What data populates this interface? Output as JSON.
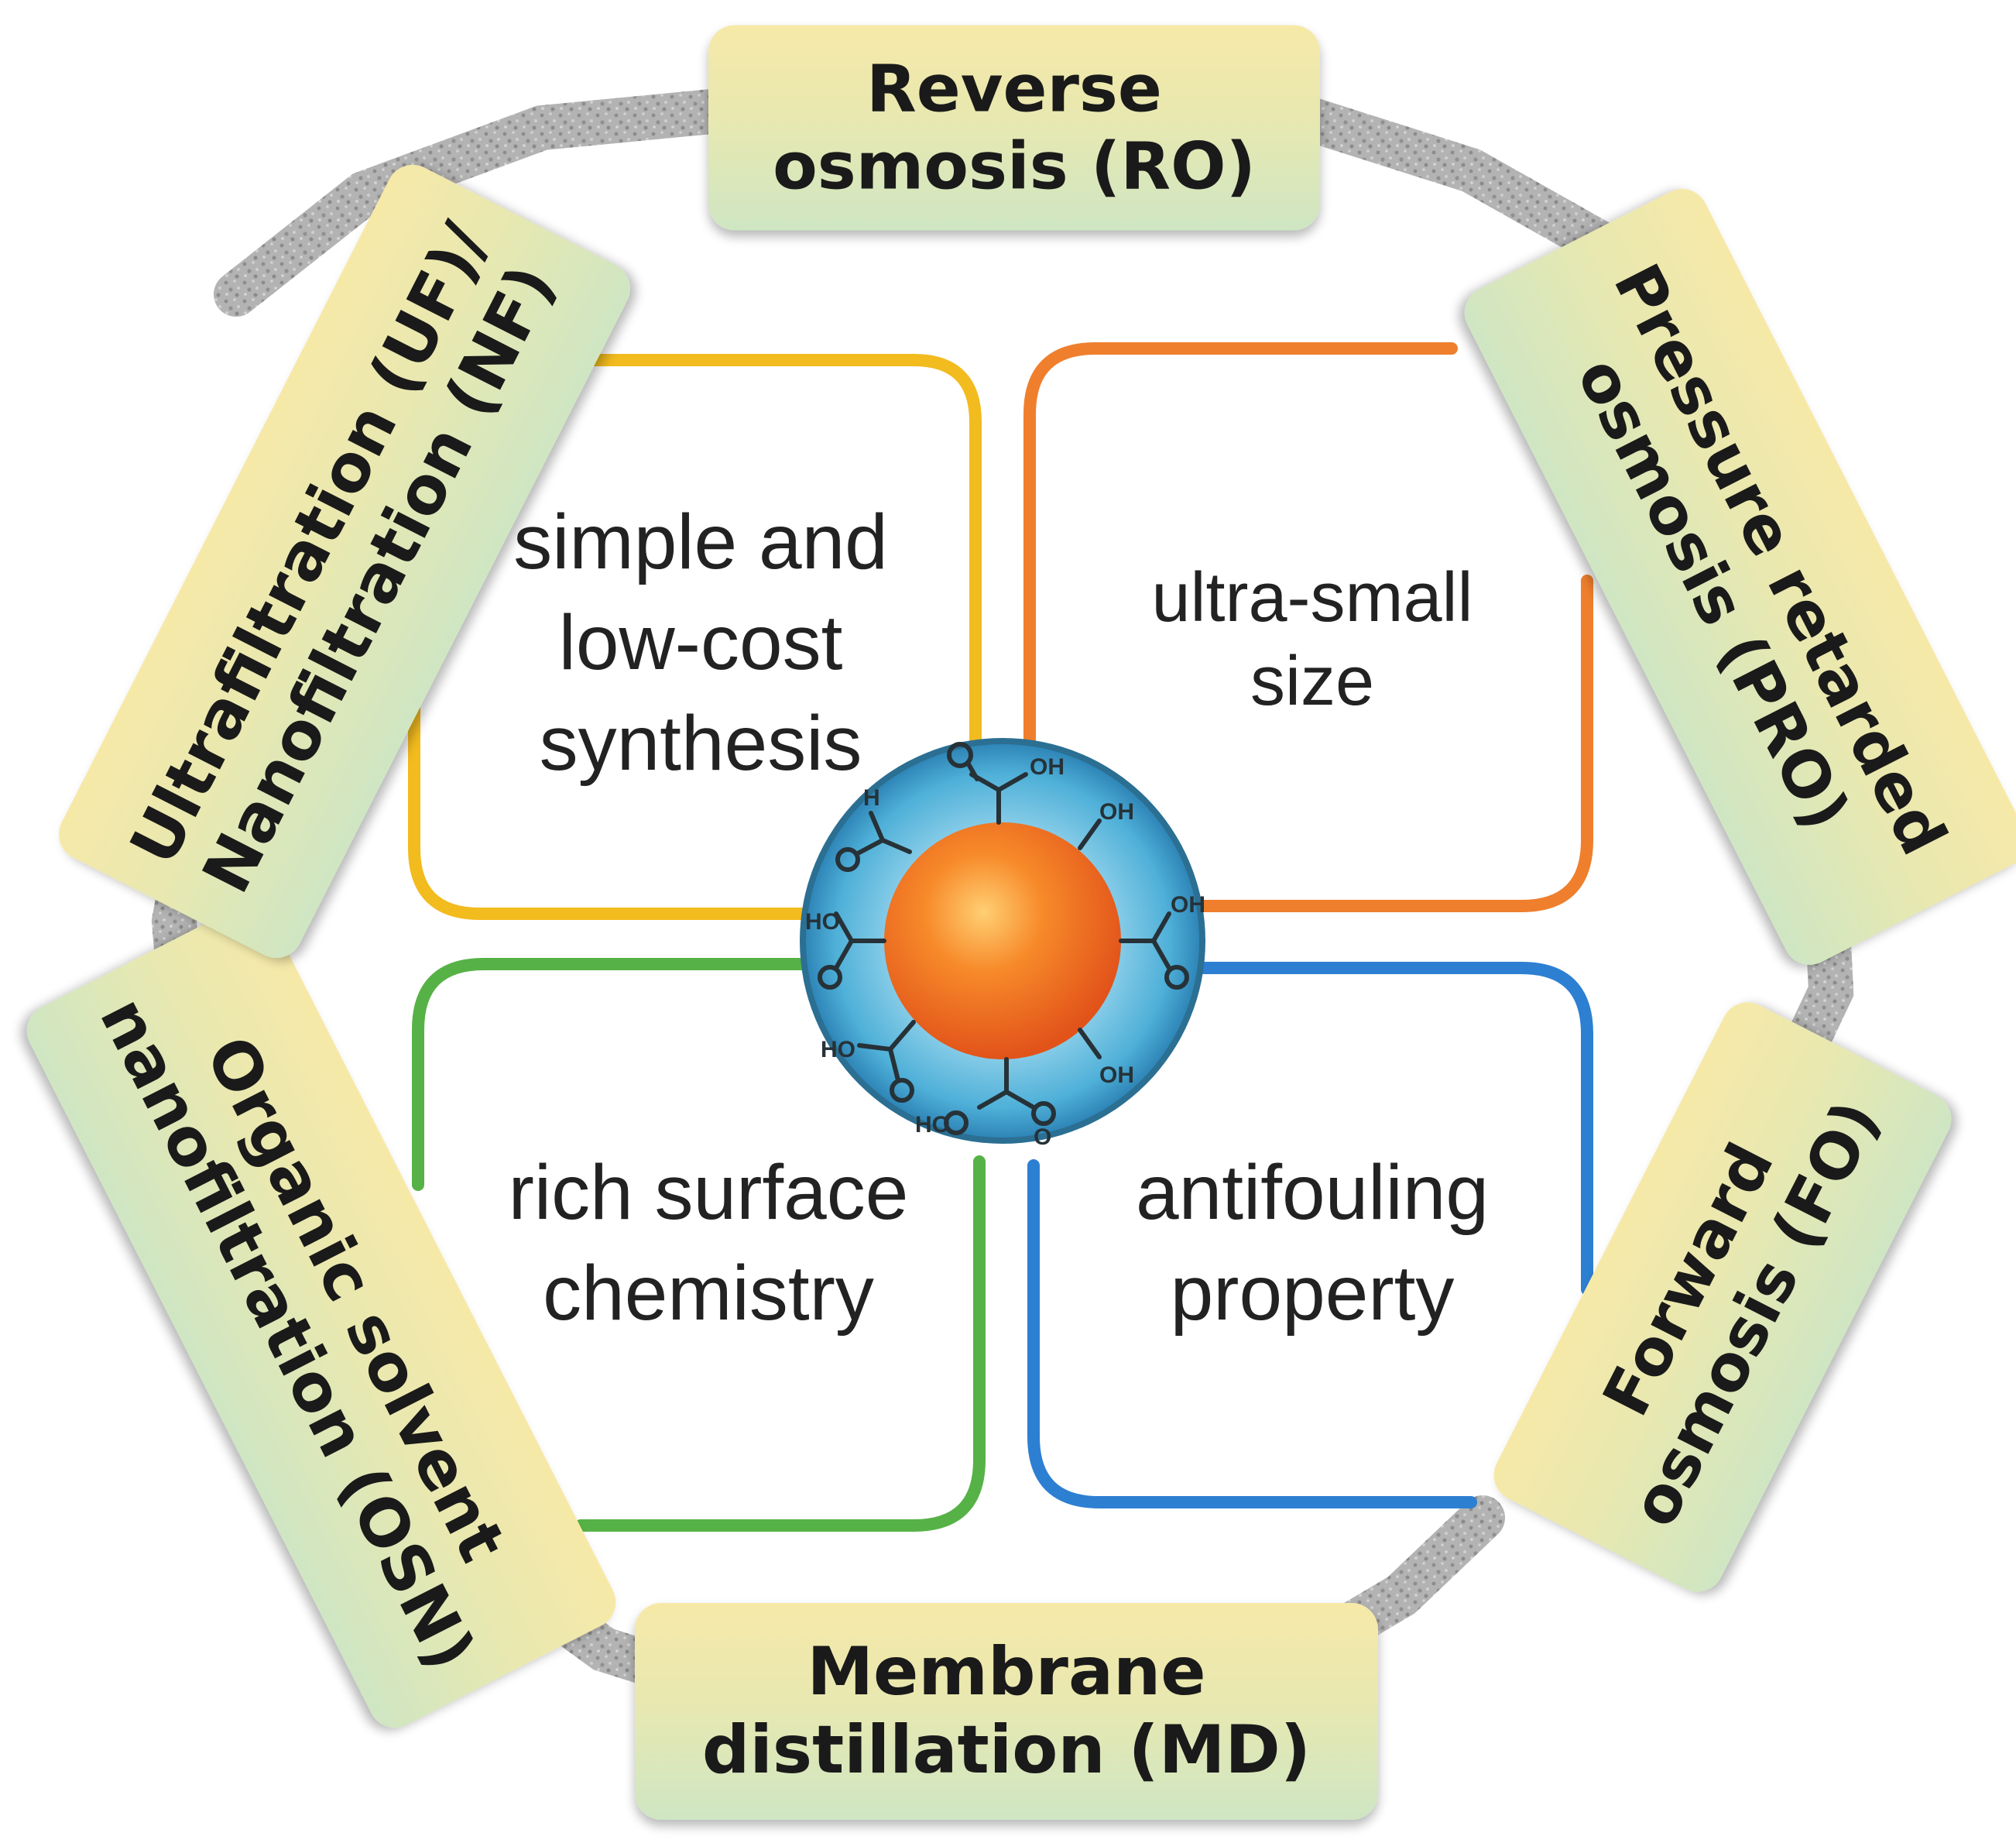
{
  "applications": {
    "ro": [
      "Reverse",
      "osmosis (RO)"
    ],
    "pro": [
      "Pressure retarded",
      "osmosis (PRO)"
    ],
    "fo": [
      "Forward",
      "osmosis (FO)"
    ],
    "md": [
      "Membrane",
      "distillation (MD)"
    ],
    "osn": [
      "Organic solvent",
      "nanofiltration (OSN)"
    ],
    "ufnf": [
      "Ultrafiltration (UF)/",
      "Nanofiltration (NF)"
    ]
  },
  "features": {
    "top_left": [
      "simple and",
      "low-cost",
      "synthesis"
    ],
    "top_right": [
      "ultra-small",
      "size"
    ],
    "bottom_left": [
      "rich surface",
      "chemistry"
    ],
    "bottom_right": [
      "antifouling",
      "property"
    ]
  },
  "particle": {
    "groups": {
      "cooh_top": "OH",
      "aldehyde": "H",
      "oh_upper_right": "OH",
      "hooc_left": "HO",
      "cooh_right": "OH",
      "hooc_lower_left": "HO",
      "oh_lower_right": "OH",
      "hooc_bottom": "HO",
      "oxygen": "O"
    }
  },
  "colors": {
    "top_left_frame": "#f2bb1e",
    "top_right_frame": "#ef7f2d",
    "bottom_left_frame": "#56b246",
    "bottom_right_frame": "#2d7fd2",
    "ring": "#a8a8a8",
    "core": "#f26a1f",
    "shell": "#4fb3d9"
  }
}
